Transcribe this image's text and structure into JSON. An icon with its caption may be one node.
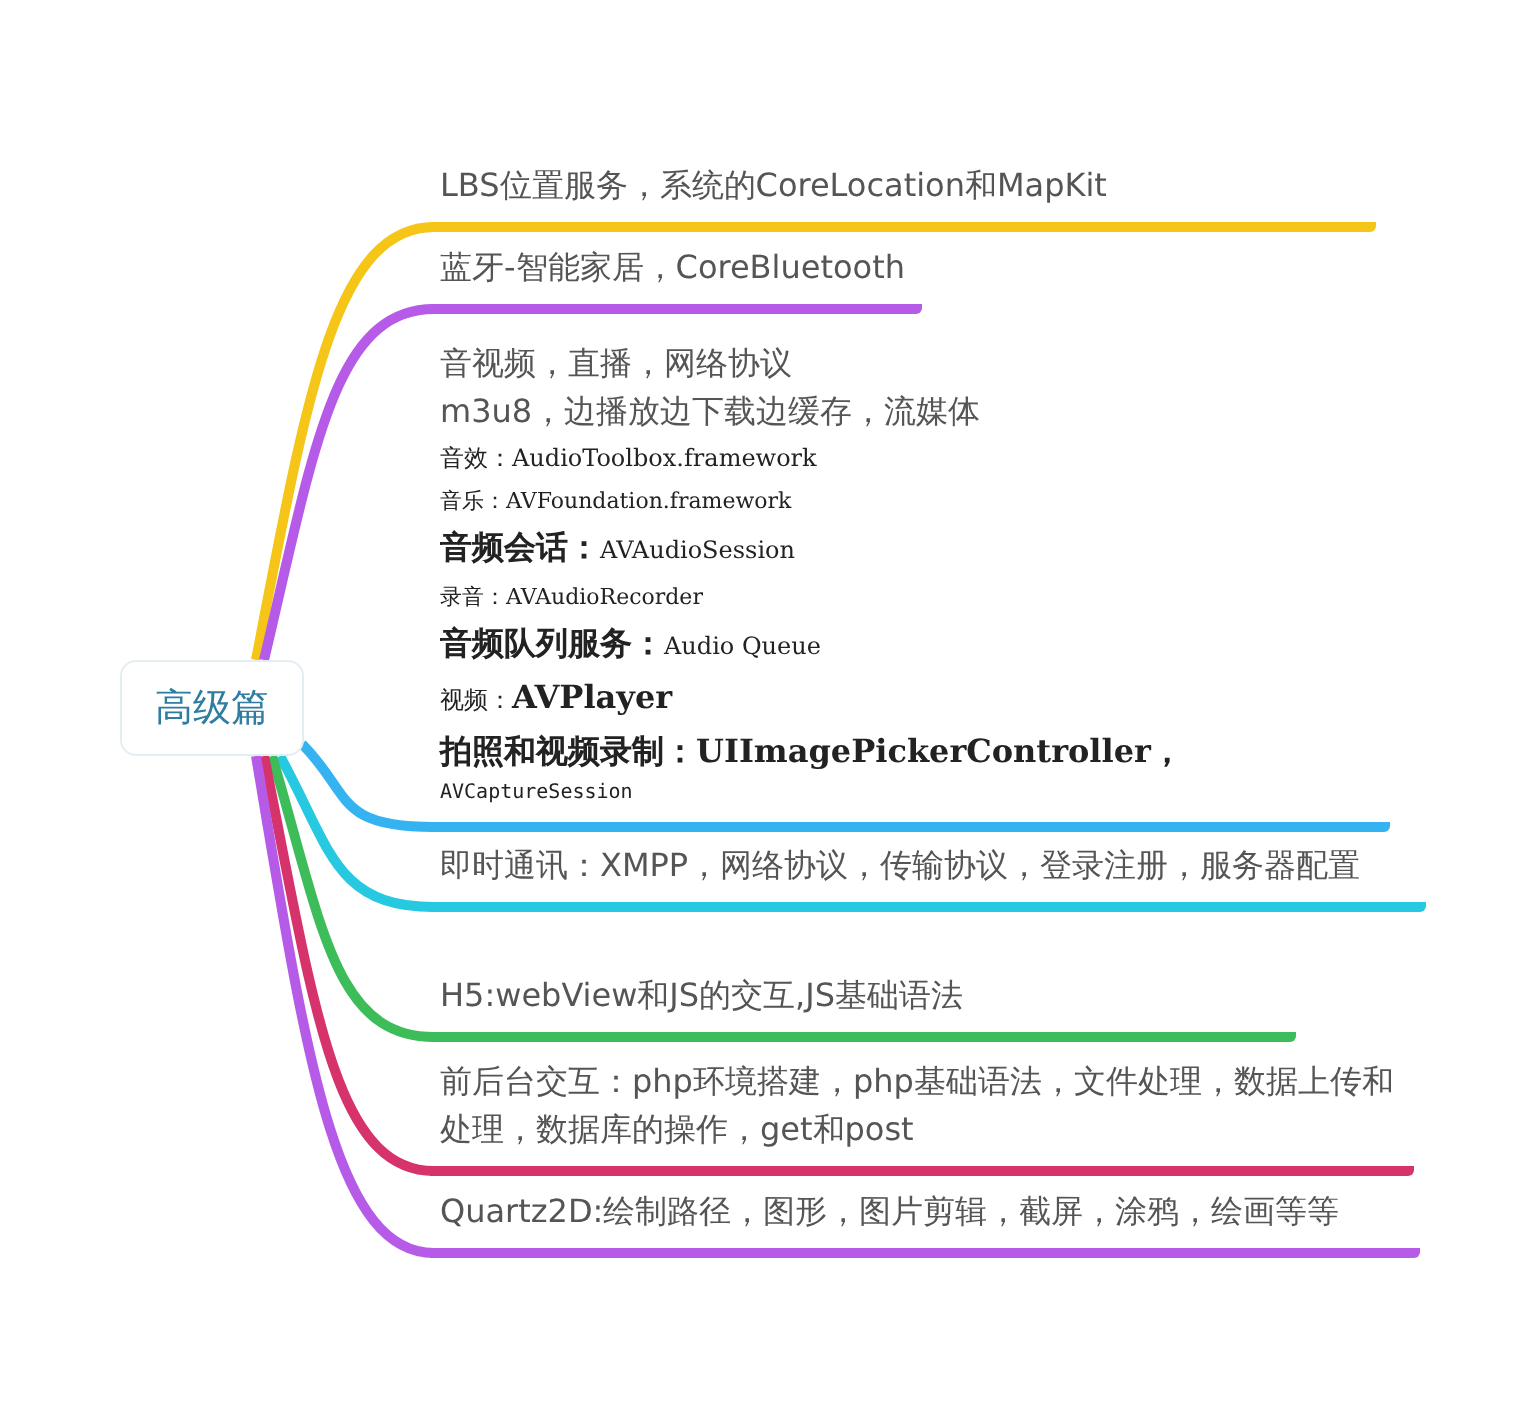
{
  "diagram": {
    "nodes": [
      {
        "text": [
          "高级篇"
        ]
      },
      {
        "text": [
          "LBS位置服务，系统的CoreLocation和MapKit"
        ]
      },
      {
        "text": [
          "蓝牙-智能家居，CoreBluetooth"
        ]
      },
      {
        "text": [
          "音视频，直播，网络协议",
          "m3u8，边播放边下载边缓存，流媒体",
          "音效：AudioToolbox.framework",
          "音乐：AVFoundation.framework",
          "**音频会话：**AVAudioSession",
          "录音：AVAudioRecorder",
          "**音频队列服务：**Audio Queue",
          "视频：**AVPlayer**",
          "拍照和视频录制：UIImagePickerController，",
          "AVCaptureSession"
        ]
      },
      {
        "text": [
          "即时通讯：XMPP，网络协议，传输协议，登录注册，服务器配置"
        ]
      },
      {
        "text": [
          "H5:webView和JS的交互,JS基础语法"
        ]
      },
      {
        "text": [
          "前后台交互：php环境搭建，php基础语法，文件处理，数据上传和处理，数据库的操作，get和post"
        ]
      },
      {
        "text": [
          "Quartz2D:绘制路径，图形，图片剪辑，截屏，涂鸦，绘画等等"
        ]
      }
    ],
    "edges": [
      {
        "from": 0,
        "to": 1,
        "arrow": "none",
        "color": "#f5c518"
      },
      {
        "from": 0,
        "to": 2,
        "arrow": "none",
        "color": "#b65be8"
      },
      {
        "from": 0,
        "to": 3,
        "arrow": "none",
        "color": "#35b2f0"
      },
      {
        "from": 0,
        "to": 4,
        "arrow": "none",
        "color": "#27c9e0"
      },
      {
        "from": 0,
        "to": 5,
        "arrow": "none",
        "color": "#3dbd5a"
      },
      {
        "from": 0,
        "to": 6,
        "arrow": "none",
        "color": "#d6326b"
      },
      {
        "from": 0,
        "to": 7,
        "arrow": "none",
        "color": "#b65be8"
      }
    ]
  }
}
